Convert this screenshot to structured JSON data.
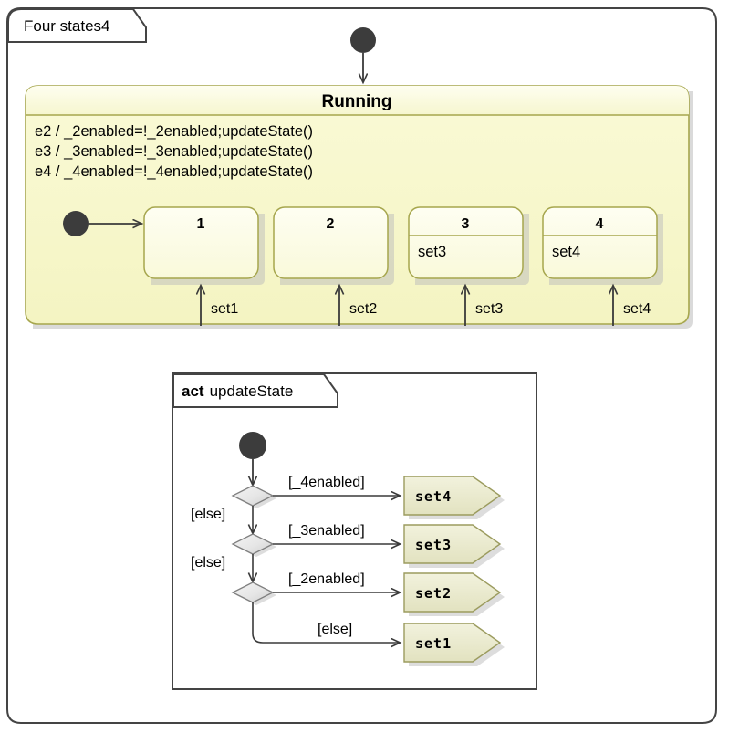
{
  "outer_frame": {
    "label": "Four states4"
  },
  "running_state": {
    "title": "Running",
    "transitions": [
      "e2 / _2enabled=!_2enabled;updateState()",
      "e3 / _3enabled=!_3enabled;updateState()",
      "e4 / _4enabled=!_4enabled;updateState()"
    ],
    "substates": [
      {
        "name": "1",
        "body": ""
      },
      {
        "name": "2",
        "body": ""
      },
      {
        "name": "3",
        "body": "set3"
      },
      {
        "name": "4",
        "body": "set4"
      }
    ],
    "incoming_labels": [
      "set1",
      "set2",
      "set3",
      "set4"
    ]
  },
  "activity_frame": {
    "keyword": "act",
    "label": "updateState",
    "decisions": [
      {
        "guard_true": "[_4enabled]",
        "guard_false": "[else]",
        "target": "set4"
      },
      {
        "guard_true": "[_3enabled]",
        "guard_false": "[else]",
        "target": "set3"
      },
      {
        "guard_true": "[_2enabled]",
        "guard_false": "[else]",
        "target": "set2"
      }
    ],
    "final_branch": {
      "guard": "[else]",
      "target": "set1"
    },
    "signals": [
      "set4",
      "set3",
      "set2",
      "set1"
    ]
  },
  "colors": {
    "frame_border": "#444444",
    "state_fill_header": "#FBFBDC",
    "state_fill_body": "#F7F7C8",
    "state_border": "#A6A64D",
    "substate_fill": "#FCFCE0",
    "substate_border": "#A6A64D",
    "node_fill": "#3C3C3C",
    "signal_fill": "#E9E9CC",
    "signal_border": "#9B9B5E",
    "decision_fill": "#E3E3E3",
    "decision_border": "#808080",
    "line": "#3A3A3A",
    "shadow": "#B9B9B9"
  }
}
